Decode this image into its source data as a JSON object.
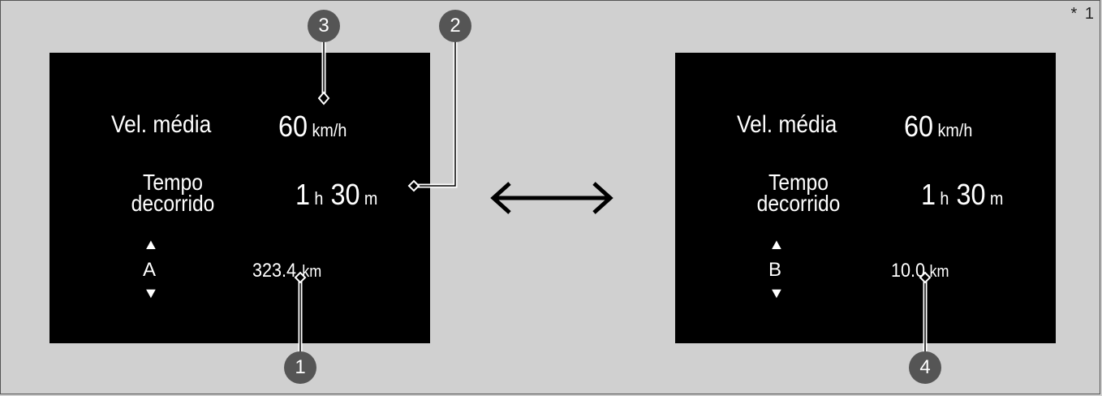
{
  "note": "* 1",
  "screens": [
    {
      "avg_speed_label": "Vel. média",
      "avg_speed_value": "60",
      "avg_speed_unit": "km/h",
      "elapsed_label_1": "Tempo",
      "elapsed_label_2": "decorrido",
      "hours_value": "1",
      "hours_unit": "h",
      "minutes_value": "30",
      "minutes_unit": "m",
      "up_arrow": "▲",
      "down_arrow": "▼",
      "trip_letter": "A",
      "distance_value": "323.4",
      "distance_unit": "km"
    },
    {
      "avg_speed_label": "Vel. média",
      "avg_speed_value": "60",
      "avg_speed_unit": "km/h",
      "elapsed_label_1": "Tempo",
      "elapsed_label_2": "decorrido",
      "hours_value": "1",
      "hours_unit": "h",
      "minutes_value": "30",
      "minutes_unit": "m",
      "up_arrow": "▲",
      "down_arrow": "▼",
      "trip_letter": "B",
      "distance_value": "10.0",
      "distance_unit": "km"
    }
  ],
  "callouts": [
    "1",
    "2",
    "3",
    "4"
  ],
  "colors": {
    "background": "#d0d0d0",
    "screen": "#000000",
    "callout": "#555555"
  }
}
